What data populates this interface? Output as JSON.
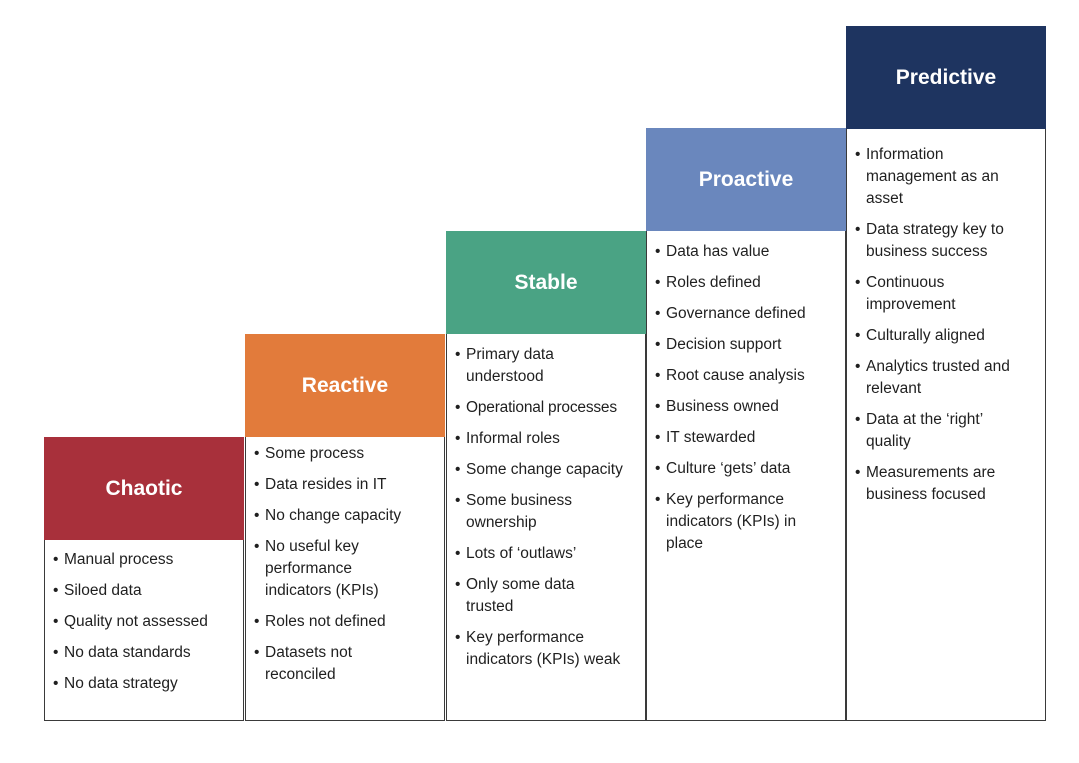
{
  "stages": [
    {
      "title": "Chaotic",
      "color": "#a8303b",
      "items": [
        "Manual process",
        "Siloed data",
        "Quality not assessed",
        "No data standards",
        "No data strategy"
      ]
    },
    {
      "title": "Reactive",
      "color": "#e27b3b",
      "items": [
        "Some process",
        "Data resides in IT",
        "No change capacity",
        "No useful key performance indicators (KPIs)",
        "Roles not defined",
        "Datasets not reconciled"
      ]
    },
    {
      "title": "Stable",
      "color": "#4aa384",
      "items": [
        "Primary data understood",
        "Operational processes",
        "Informal roles",
        "Some change capacity",
        "Some business ownership",
        "Lots of ‘outlaws’",
        "Only some data trusted",
        "Key performance indicators (KPIs) weak"
      ]
    },
    {
      "title": "Proactive",
      "color": "#6a87bd",
      "items": [
        "Data has value",
        "Roles defined",
        "Governance defined",
        "Decision support",
        "Root cause analysis",
        "Business owned",
        "IT stewarded",
        "Culture ‘gets’ data",
        "Key performance indicators (KPIs) in place"
      ]
    },
    {
      "title": "Predictive",
      "color": "#1e3460",
      "items": [
        "Information management as an asset",
        "Data strategy key to business success",
        "Continuous improvement",
        "Culturally aligned",
        "Analytics trusted and relevant",
        "Data at the ‘right’ quality",
        "Measurements are business focused"
      ]
    }
  ]
}
